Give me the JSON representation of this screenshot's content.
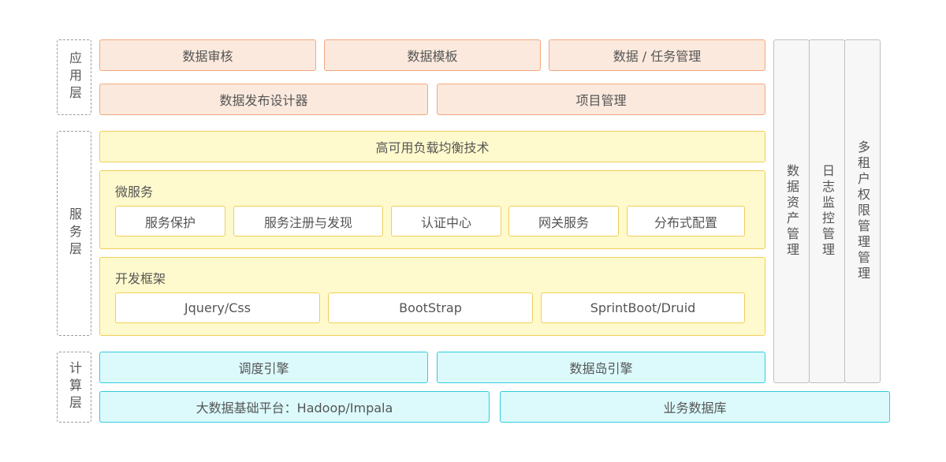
{
  "layers": {
    "app": "应用层",
    "service": "服务层",
    "compute": "计算层"
  },
  "app": {
    "row1": [
      "数据审核",
      "数据模板",
      "数据 / 任务管理"
    ],
    "row2": [
      "数据发布设计器",
      "项目管理"
    ]
  },
  "service": {
    "ha": "高可用负载均衡技术",
    "micro": {
      "title": "微服务",
      "items": [
        "服务保护",
        "服务注册与发现",
        "认证中心",
        "网关服务",
        "分布式配置"
      ]
    },
    "framework": {
      "title": "开发框架",
      "items": [
        "Jquery/Css",
        "BootStrap",
        "SprintBoot/Druid"
      ]
    }
  },
  "compute": {
    "row1": [
      "调度引擎",
      "数据岛引擎"
    ],
    "row2": [
      "大数据基础平台：Hadoop/Impala",
      "业务数据库"
    ]
  },
  "side": [
    "数据资产管理",
    "日志监控管理",
    "多租户权限管理管理"
  ],
  "colors": {
    "orange_fill": "#fbe9dd",
    "orange_border": "#f3a87f",
    "yellow_fill": "#fffacd",
    "yellow_border": "#f0cf58",
    "cyan_fill": "#dcfafc",
    "cyan_border": "#30cde0",
    "gray_fill": "#f7f7f7",
    "gray_border": "#bfbfbf"
  }
}
